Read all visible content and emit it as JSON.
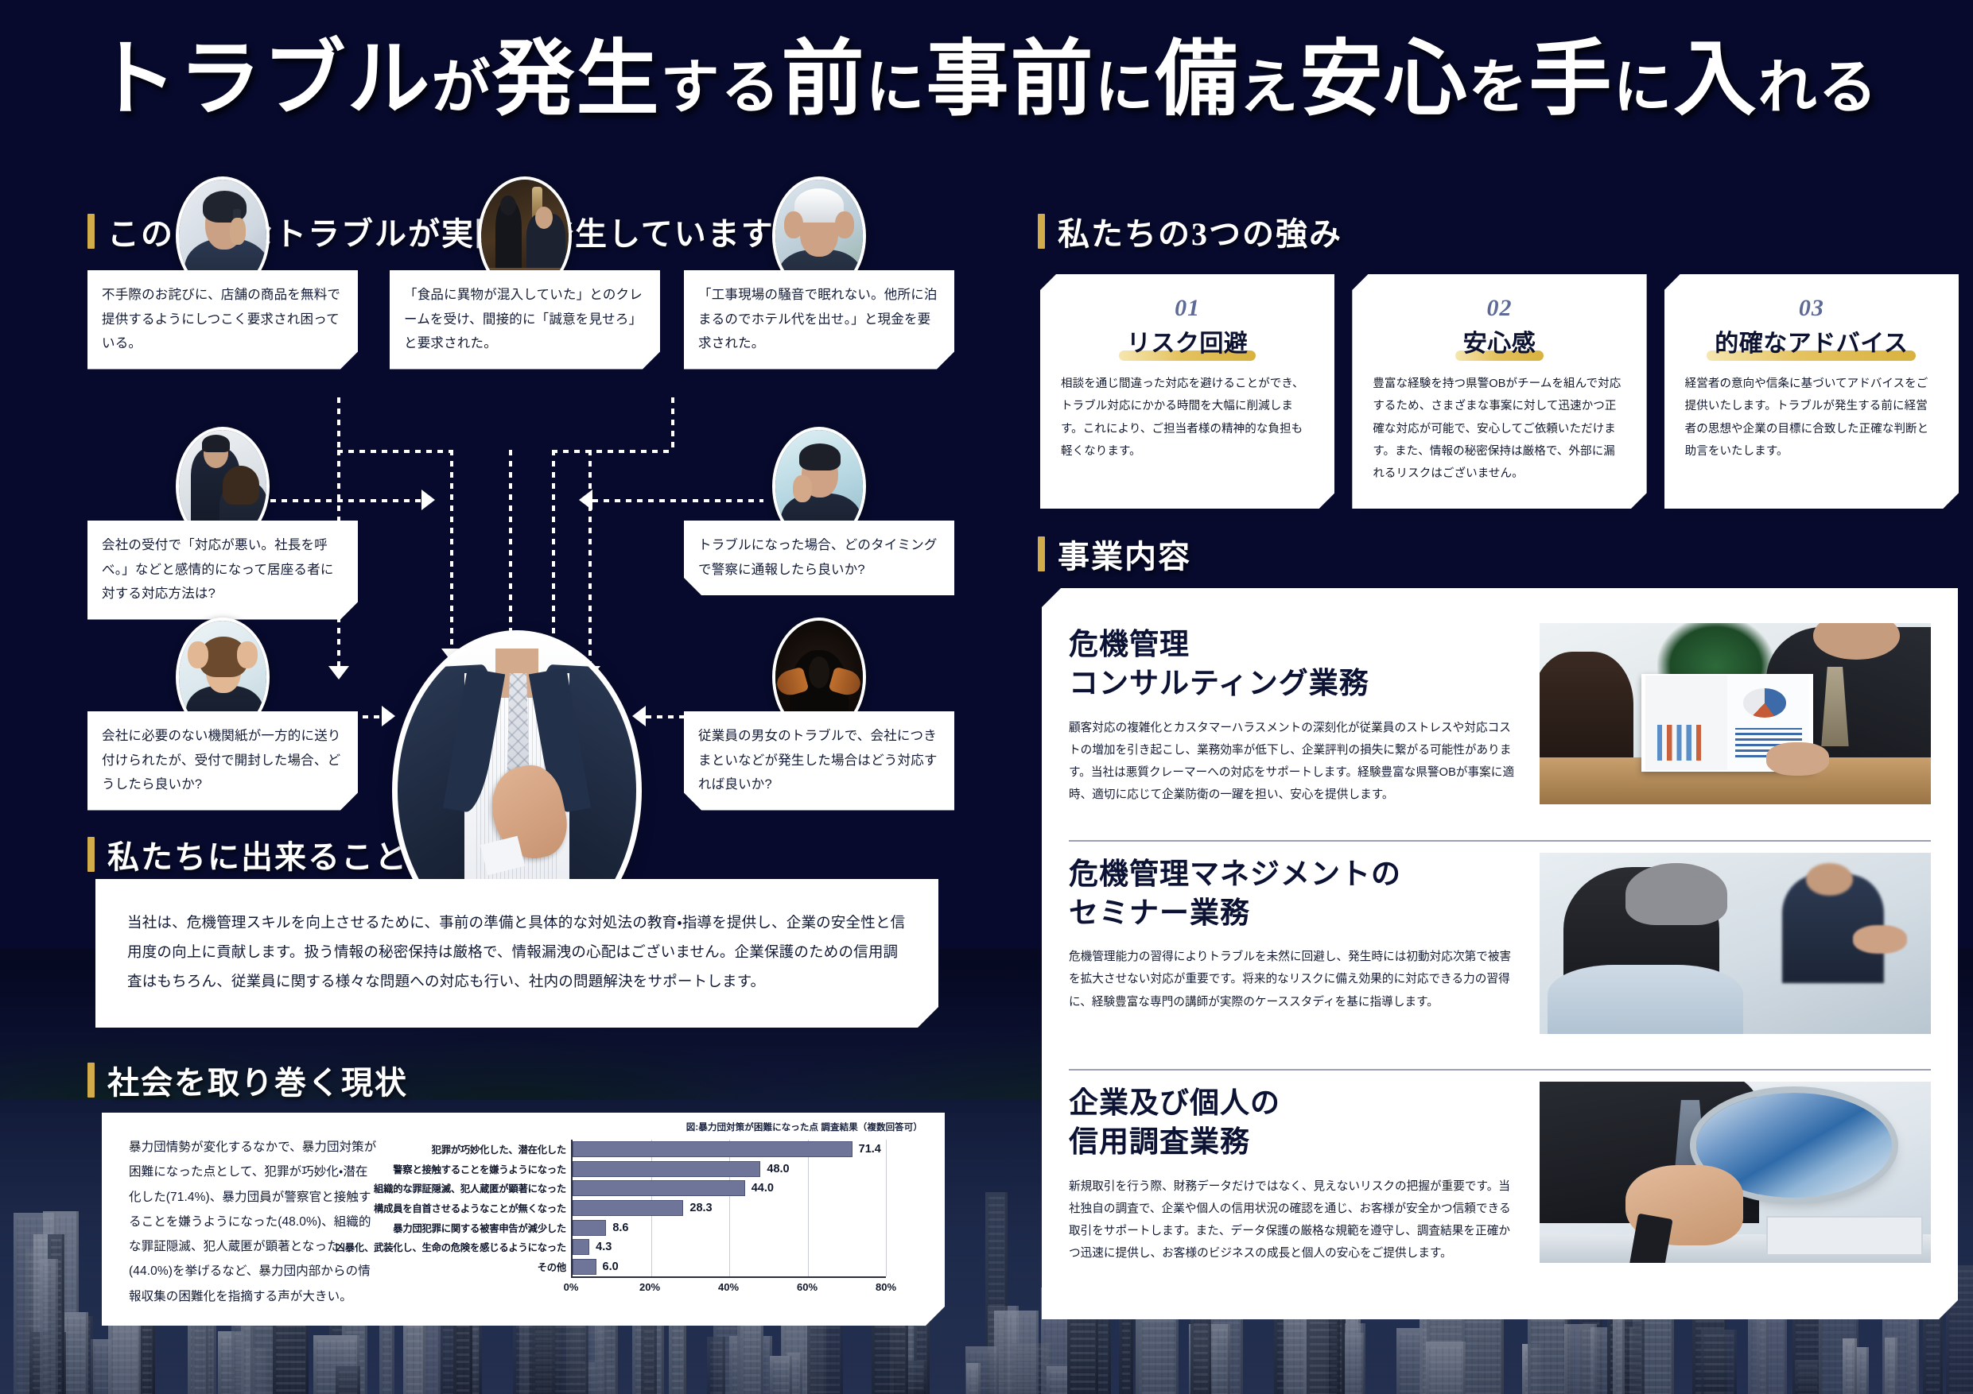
{
  "headline": {
    "line": "トラブルが発生する前に事前に備え安心を手に入れる",
    "parts": [
      {
        "t": "トラブル",
        "small": false
      },
      {
        "t": "が",
        "small": true
      },
      {
        "t": "発生",
        "small": false
      },
      {
        "t": "する",
        "small": true
      },
      {
        "t": "前",
        "small": false
      },
      {
        "t": "に",
        "small": true
      },
      {
        "t": "事前",
        "small": false
      },
      {
        "t": "に",
        "small": true
      },
      {
        "t": "備",
        "small": false
      },
      {
        "t": "え",
        "small": true
      },
      {
        "t": "安心",
        "small": false
      },
      {
        "t": "を",
        "small": true
      },
      {
        "t": "手",
        "small": false
      },
      {
        "t": "に",
        "small": true
      },
      {
        "t": "入",
        "small": false
      },
      {
        "t": "れる",
        "small": true
      }
    ]
  },
  "colors": {
    "background": "#070a2c",
    "accent_gold": "#d2ab4a",
    "card_white": "#ffffff",
    "bar_fill": "#6f7499",
    "number_blue": "#5d6a95"
  },
  "sections": {
    "troubles_heading": "このようなトラブルが実際に発生しています",
    "can_do_heading": "私たちに出来ること",
    "society_heading": "社会を取り巻く現状",
    "strengths_heading": "私たちの3つの強み",
    "business_heading": "事業内容"
  },
  "troubles": [
    {
      "id": "trouble-1",
      "photo": "man-on-phone-photo",
      "text": "不手際のお詫びに、店舗の商品を無料で提供するようにしつこく要求され困っている。"
    },
    {
      "id": "trouble-2",
      "photo": "restaurant-complaint-photo",
      "text": "「食品に異物が混入していた」とのクレームを受け、間接的に「誠意を見せろ」と要求された。"
    },
    {
      "id": "trouble-3",
      "photo": "construction-helmet-photo",
      "text": "「工事現場の騒音で眠れない。他所に泊まるのでホテル代を出せ。」と現金を要求された。"
    },
    {
      "id": "trouble-4",
      "photo": "reception-argument-photo",
      "text": "会社の受付で「対応が悪い。社長を呼べ。」などと感情的になって居座る者に対する対応方法は?"
    },
    {
      "id": "trouble-5",
      "photo": "thinking-businessman-photo",
      "text": "トラブルになった場合、どのタイミングで警察に通報したら良いか?"
    },
    {
      "id": "trouble-6",
      "photo": "stressed-woman-photo",
      "text": "会社に必要のない機関紙が一方的に送り付けられたが、受付で開封した場合、どうしたら良いか?"
    },
    {
      "id": "trouble-7",
      "photo": "hooded-figure-photo",
      "text": "従業員の男女のトラブルで、会社につきまといなどが発生した場合はどう対応すれば良いか?"
    }
  ],
  "can_do_body": "当社は、危機管理スキルを向上させるために、事前の準備と具体的な対処法の教育・指導を提供し、企業の安全性と信用度の向上に貢献します。扱う情報の秘密保持は厳格で、情報漏洩の心配はございません。企業保護のための信用調査はもちろん、従業員に関する様々な問題への対応も行い、社内の問題解決をサポートします。",
  "society_body": "暴力団情勢が変化するなかで、暴力団対策が困難になった点として、犯罪が巧妙化・潜在化した(71.4%)、暴力団員が警察官と接触することを嫌うようになった(48.0%)、組織的な罪証隠滅、犯人蔵匿が顕著となった(44.0%)を挙げるなど、暴力団内部からの情報収集の困難化を指摘する声が大きい。",
  "chart_data": {
    "type": "bar",
    "orientation": "horizontal",
    "title": "図:暴力団対策が困難になった点 調査結果（複数回答可）",
    "xlabel": "",
    "ylabel": "",
    "xlim": [
      0,
      80
    ],
    "xticks": [
      0,
      20,
      40,
      60,
      80
    ],
    "xtick_labels": [
      "0%",
      "20%",
      "40%",
      "60%",
      "80%"
    ],
    "grid": true,
    "legend": "none",
    "categories": [
      "犯罪が巧妙化した、潜在化した",
      "警察と接触することを嫌うようになった",
      "組織的な罪証隠滅、犯人蔵匿が顕著になった",
      "構成員を自首させるようなことが無くなった",
      "暴力団犯罪に関する被害申告が減少した",
      "凶暴化、武装化し、生命の危険を感じるようになった",
      "その他"
    ],
    "values": [
      71.4,
      48.0,
      44.0,
      28.3,
      8.6,
      4.3,
      6.0
    ],
    "value_labels": [
      "71.4",
      "48.0",
      "44.0",
      "28.3",
      "8.6",
      "4.3",
      "6.0"
    ],
    "bar_color": "#6f7499"
  },
  "strengths": [
    {
      "number": "01",
      "title": "リスク回避",
      "body": "相談を通じ間違った対応を避けることができ、トラブル対応にかかる時間を大幅に削減します。これにより、ご担当者様の精神的な負担も軽くなります。"
    },
    {
      "number": "02",
      "title": "安心感",
      "body": "豊富な経験を持つ県警OBがチームを組んで対応するため、さまざまな事案に対して迅速かつ正確な対応が可能で、安心してご依頼いただけます。また、情報の秘密保持は厳格で、外部に漏れるリスクはございません。"
    },
    {
      "number": "03",
      "title": "的確なアドバイス",
      "body": "経営者の意向や信条に基づいてアドバイスをご提供いたします。トラブルが発生する前に経営者の思想や企業の目標に合致した正確な判断と助言をいたします。"
    }
  ],
  "business_items": [
    {
      "title": "危機管理\nコンサルティング業務",
      "photo": "meeting-brochure-photo",
      "body": "顧客対応の複雑化とカスタマーハラスメントの深刻化が従業員のストレスや対応コストの増加を引き起こし、業務効率が低下し、企業評判の損失に繋がる可能性があります。当社は悪質クレーマーへの対応をサポートします。経験豊富な県警OBが事案に適時、適切に応じて企業防衛の一躍を担い、安心を提供します。"
    },
    {
      "title": "危機管理マネジメントの\nセミナー業務",
      "photo": "seminar-photo",
      "body": "危機管理能力の習得によりトラブルを未然に回避し、発生時には初動対応次第で被害を拡大させない対応が重要です。将来的なリスクに備え効果的に対応できる力の習得に、経験豊富な専門の講師が実際のケーススタディを基に指導します。"
    },
    {
      "title": "企業及び個人の\n信用調査業務",
      "photo": "magnifier-investigation-photo",
      "body": "新規取引を行う際、財務データだけではなく、見えないリスクの把握が重要です。当社独自の調査で、企業や個人の信用状況の確認を通じ、お客様が安全かつ信頼できる取引をサポートします。また、データ保護の厳格な規範を遵守し、調査結果を正確かつ迅速に提供し、お客様のビジネスの成長と個人の安心をご提供します。"
    }
  ]
}
